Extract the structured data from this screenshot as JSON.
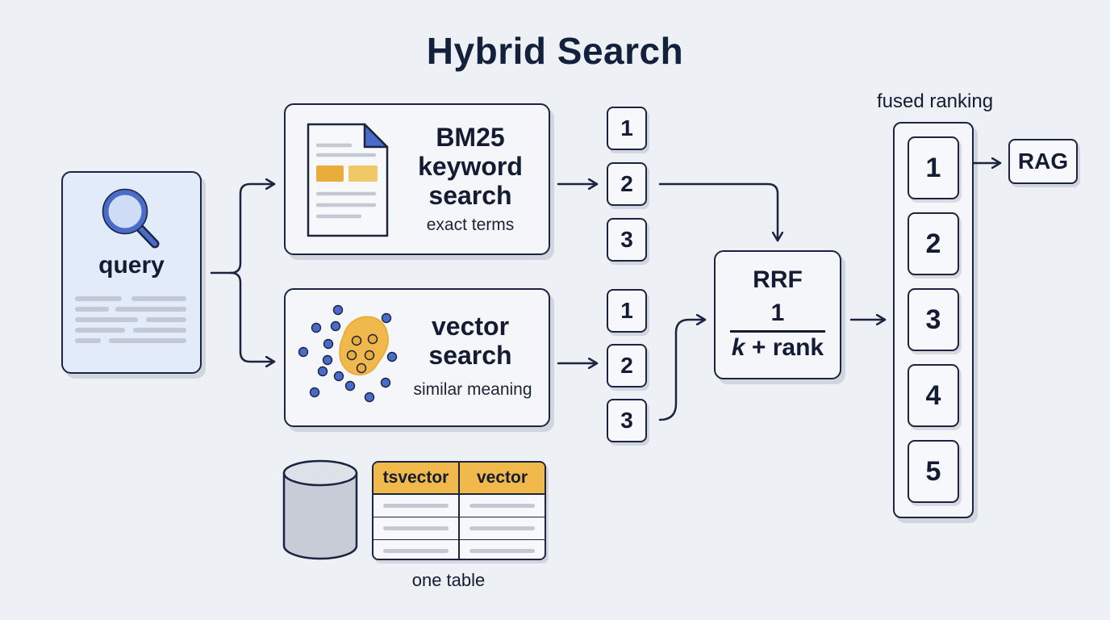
{
  "title": "Hybrid Search",
  "query": {
    "label": "query",
    "icon": "magnifier-icon"
  },
  "bm25": {
    "title_line1": "BM25",
    "title_line2": "keyword",
    "title_line3": "search",
    "caption": "exact terms",
    "icon": "document-icon"
  },
  "vector": {
    "title_line1": "vector",
    "title_line2": "search",
    "caption": "similar meaning",
    "icon": "vector-cluster-icon"
  },
  "bm25_ranks": [
    "1",
    "2",
    "3"
  ],
  "vector_ranks": [
    "1",
    "2",
    "3"
  ],
  "rrf": {
    "title": "RRF",
    "numerator": "1",
    "denominator_var": "k",
    "denominator_rest": " + rank"
  },
  "fused": {
    "label": "fused ranking",
    "ranks": [
      "1",
      "2",
      "3",
      "4",
      "5"
    ]
  },
  "rag": {
    "label": "RAG"
  },
  "table": {
    "columns": [
      "tsvector",
      "vector"
    ],
    "caption": "one table",
    "icon": "database-icon"
  },
  "colors": {
    "accent_blue": "#4a6cc8",
    "accent_gold": "#e9ad3b",
    "ink": "#1b2440",
    "background": "#edf0f5"
  }
}
